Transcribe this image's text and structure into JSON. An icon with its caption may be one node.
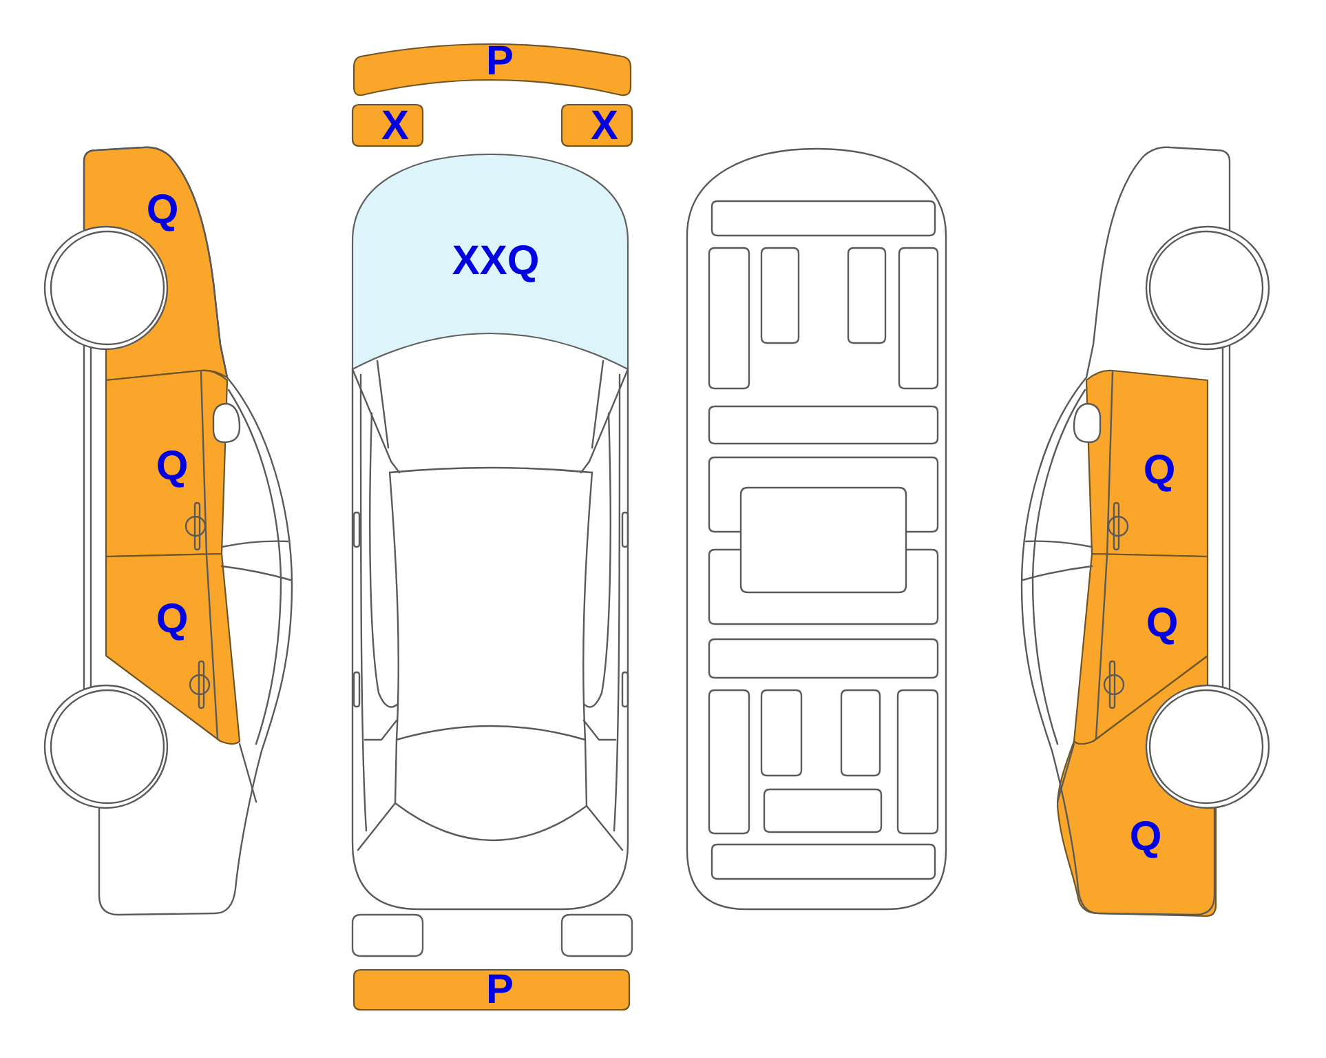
{
  "diagram": {
    "nodes": [
      {
        "text": [
          "Q"
        ]
      },
      {
        "text": [
          "Q"
        ]
      },
      {
        "text": [
          "Q"
        ]
      },
      {
        "text": [
          "P"
        ]
      },
      {
        "text": [
          "X"
        ]
      },
      {
        "text": [
          "X"
        ]
      },
      {
        "text": [
          "XXQ"
        ]
      },
      {
        "text": [],
        "shape": "box"
      },
      {
        "text": [],
        "shape": "box"
      },
      {
        "text": [
          "P"
        ]
      },
      {
        "text": [
          "Q"
        ]
      },
      {
        "text": [
          "Q"
        ]
      },
      {
        "text": [
          "Q"
        ]
      }
    ]
  }
}
